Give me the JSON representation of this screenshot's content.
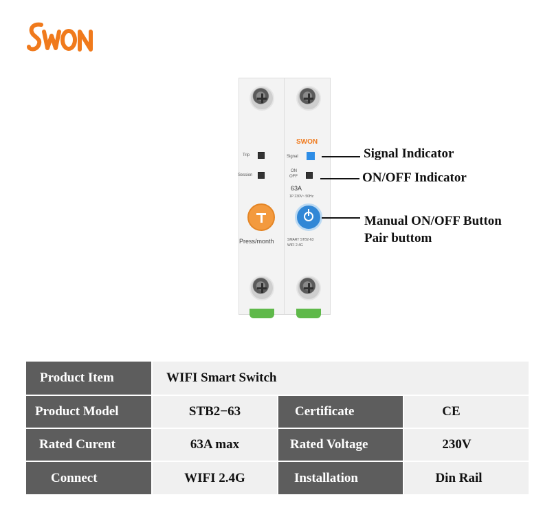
{
  "brand": {
    "logo_text": "SWON",
    "color": "#f07a1c"
  },
  "device": {
    "left_labels": {
      "trip": "Trip",
      "session": "Session",
      "button_caption": "Press/month"
    },
    "right_labels": {
      "signal": "Signal",
      "on": "ON",
      "off": "OFF",
      "rating": "63A",
      "spec_line": "1P 230V~ 50Hz",
      "model_line": "SMART STB2-63",
      "sub_line": "WIFI 2.4G"
    },
    "colors": {
      "orange_button": "#f39a3e",
      "blue_button": "#3187d6",
      "signal_led": "#2e8de6",
      "clip": "#5fb94a"
    },
    "icons": [
      "screw-icon",
      "test-button-icon",
      "power-icon"
    ]
  },
  "callouts": {
    "signal": "Signal Indicator",
    "onoff": "ON/OFF Indicator",
    "manual_1": "Manual ON/OFF Button",
    "manual_2": "Pair buttom"
  },
  "table": {
    "rows": [
      {
        "label": "Product Item",
        "value": "WIFI Smart Switch"
      },
      {
        "label": "Product Model",
        "value": "STB2−63",
        "label2": "Certificate",
        "value2": "CE"
      },
      {
        "label": "Rated Curent",
        "value": "63A max",
        "label2": "Rated Voltage",
        "value2": "230V"
      },
      {
        "label": "Connect",
        "value": "WIFI 2.4G",
        "label2": "Installation",
        "value2": "Din Rail"
      }
    ],
    "colors": {
      "header_bg": "#5d5d5d",
      "value_bg": "#f0f0f0"
    }
  }
}
